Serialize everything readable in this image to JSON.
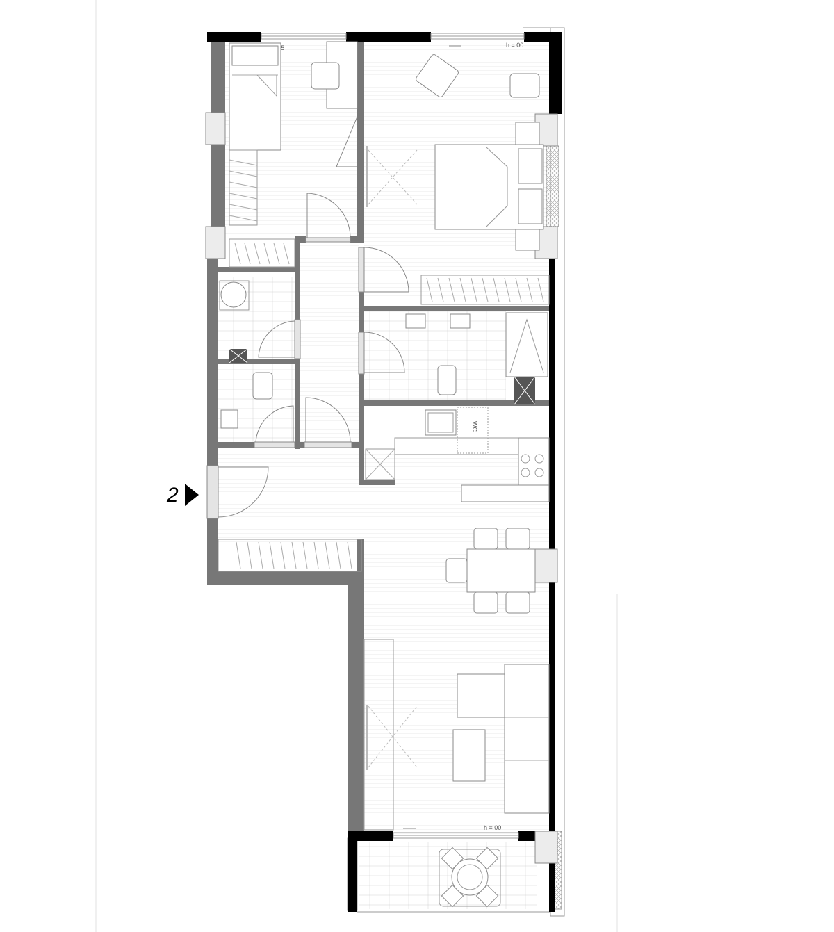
{
  "plan": {
    "section_marker": "2",
    "window_labels": [
      "h = 55",
      "h = 00",
      "h = 00"
    ],
    "wc_label": "WC"
  }
}
